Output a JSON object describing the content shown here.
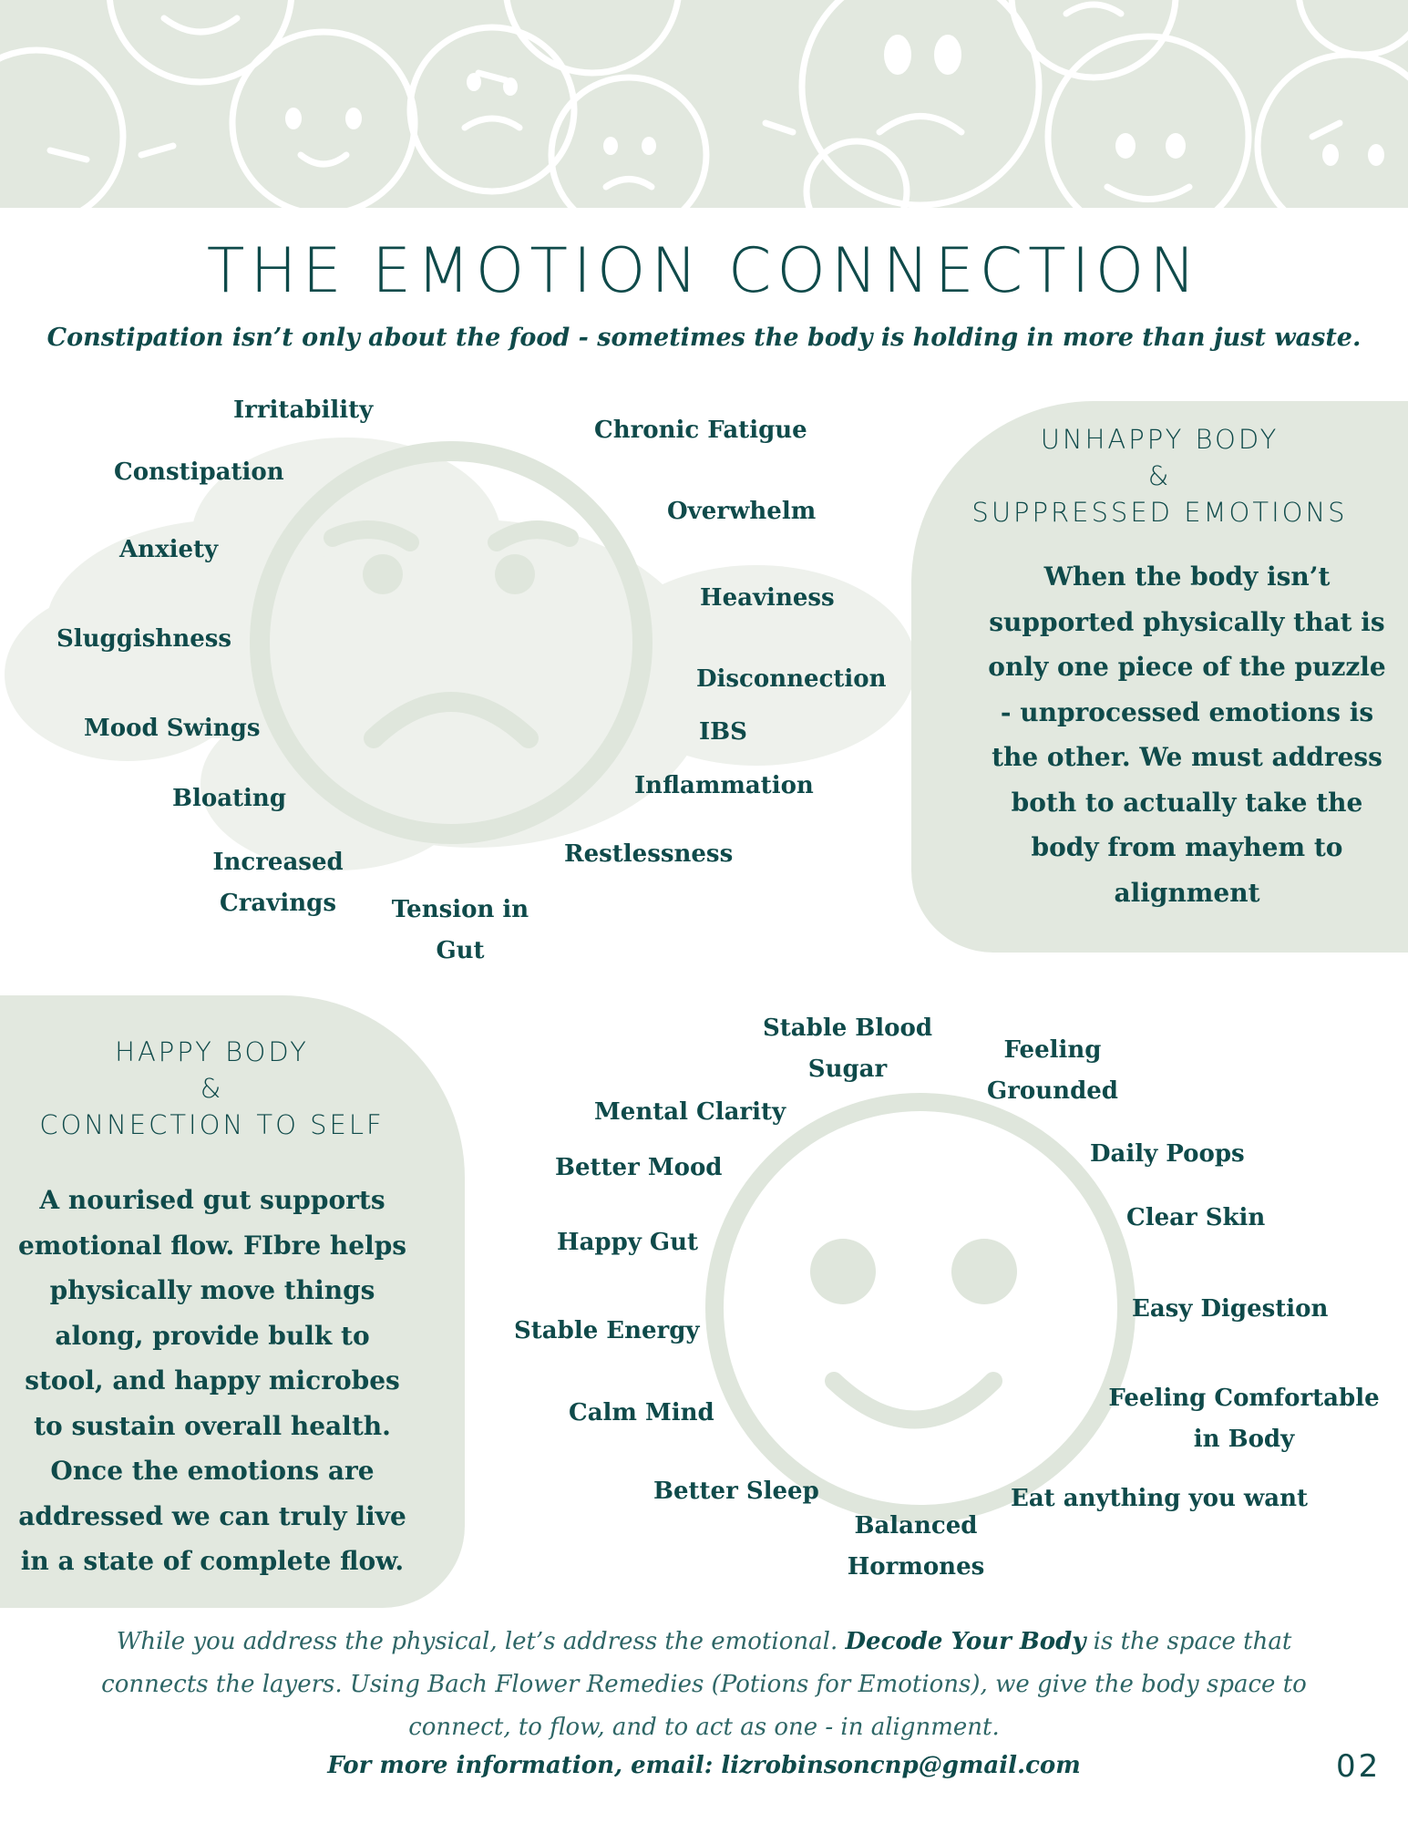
{
  "title": "THE EMOTION CONNECTION",
  "subtitle": "Constipation isn’t only about the food - sometimes the body is holding in more than just waste.",
  "unhappy_words": [
    "Irritability",
    "Constipation",
    "Anxiety",
    "Sluggishness",
    "Mood Swings",
    "Bloating",
    "Increased Cravings",
    "Tension in Gut",
    "Chronic Fatigue",
    "Overwhelm",
    "Heaviness",
    "Disconnection",
    "IBS",
    "Inflammation",
    "Restlessness"
  ],
  "unhappy_panel": {
    "heading_line1": "UNHAPPY BODY",
    "heading_line2": "&",
    "heading_line3": "SUPPRESSED EMOTIONS",
    "body": "When the body isn’t supported physically that is only one piece of the puzzle - unprocessed emotions is the other. We must address both to actually take the body from mayhem to alignment"
  },
  "happy_panel": {
    "heading_line1": "HAPPY BODY",
    "heading_line2": "&",
    "heading_line3": "CONNECTION TO SELF",
    "body": "A nourised gut supports emotional flow. FIbre helps physically move things along, provide bulk to stool, and happy microbes to sustain overall health. Once the emotions are addressed we can truly live in a state of complete flow."
  },
  "happy_words": [
    "Stable Blood Sugar",
    "Feeling Grounded",
    "Mental Clarity",
    "Better Mood",
    "Daily Poops",
    "Clear Skin",
    "Happy Gut",
    "Easy Digestion",
    "Stable Energy",
    "Feeling Comfortable in Body",
    "Calm Mind",
    "Better Sleep",
    "Eat anything you want",
    "Balanced Hormones"
  ],
  "footer": {
    "part1": "While you address the physical, let’s address the emotional. ",
    "brand": "Decode Your Body",
    "part2": " is the space that connects the layers. Using Bach Flower Remedies (Potions for Emotions), we give the body space to connect, to flow, and to act as one - in alignment.",
    "email_line": "For more information, email: lizrobinsoncnp@gmail.com"
  },
  "page_number": "02",
  "colors": {
    "sage": "#e2e8df",
    "sage_dark": "#d5ddd2",
    "teal": "#0f4a4a"
  }
}
